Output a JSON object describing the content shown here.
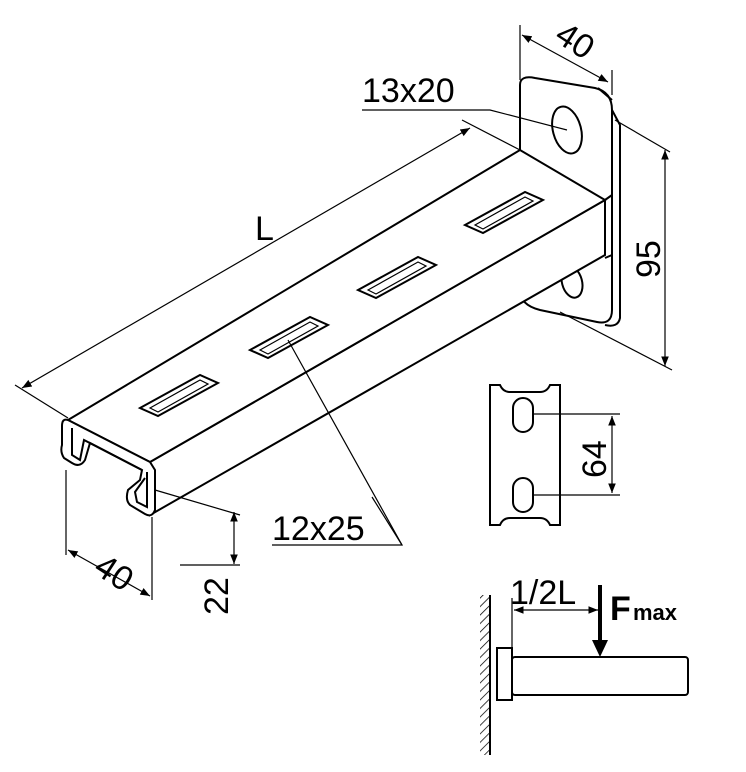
{
  "labels": {
    "plate_width": "40",
    "slot_top": "13x20",
    "length": "L",
    "plate_height": "95",
    "hole_spacing": "64",
    "slot_channel": "12x25",
    "channel_width": "40",
    "channel_height": "22",
    "load_position": "1/2L",
    "force": "F",
    "force_sub": "max"
  }
}
